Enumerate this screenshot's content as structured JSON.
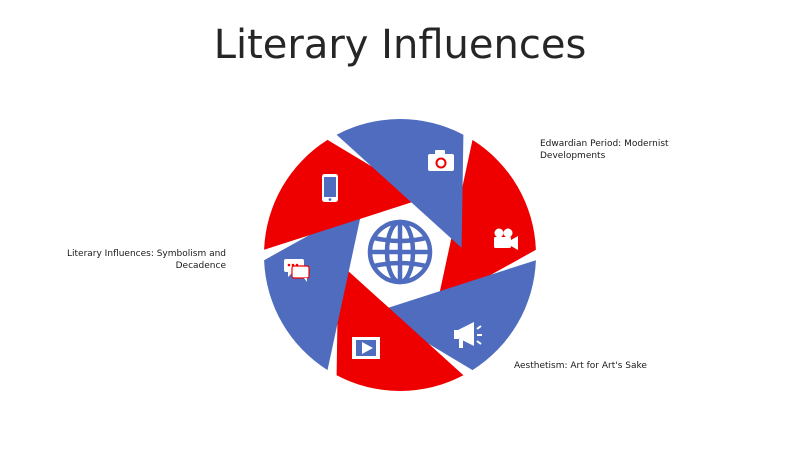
{
  "slide": {
    "title": "Literary Influences"
  },
  "labels": {
    "edwardian": "Edwardian Period: Modernist Developments",
    "symbolism": "Literary Influences: Symbolism and Decadence",
    "aesthetism": "Aesthetism: Art for Art's Sake"
  },
  "cycle": {
    "segments": [
      {
        "id": "top-right",
        "color": "#ee0000",
        "icon": "camera-icon"
      },
      {
        "id": "right",
        "color": "#4f6cbf",
        "icon": "video-camera-icon"
      },
      {
        "id": "bottom-right",
        "color": "#ee0000",
        "icon": "megaphone-icon"
      },
      {
        "id": "bottom-left",
        "color": "#4f6cbf",
        "icon": "play-video-icon"
      },
      {
        "id": "left",
        "color": "#ee0000",
        "icon": "chat-bubbles-icon"
      },
      {
        "id": "top-left",
        "color": "#4f6cbf",
        "icon": "smartphone-icon"
      }
    ],
    "center_icon": "globe-icon",
    "center_color": "#4f6cbf"
  }
}
